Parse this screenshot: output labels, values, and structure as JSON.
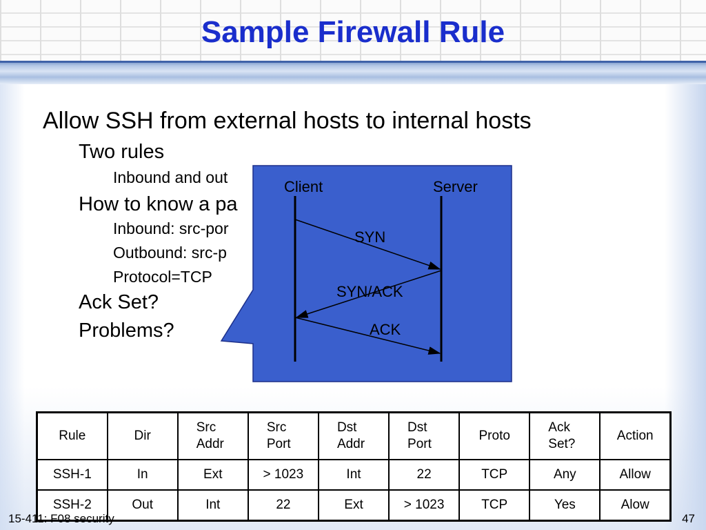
{
  "slide": {
    "title": "Sample Firewall Rule",
    "bullets": {
      "b1": "Allow SSH from external hosts to internal hosts",
      "b2": "Two rules",
      "b3": "Inbound and out",
      "b4": "How to know a pa",
      "b5": "Inbound: src-por",
      "b6": "Outbound: src-p",
      "b7": "Protocol=TCP",
      "b8": "Ack Set?",
      "b9": "Problems?"
    }
  },
  "diagram": {
    "client_label": "Client",
    "server_label": "Server",
    "messages": [
      "SYN",
      "SYN/ACK",
      "ACK"
    ],
    "box_color": "#3a5fcd"
  },
  "table": {
    "headers": [
      {
        "line1": "Rule",
        "line2": ""
      },
      {
        "line1": "Dir",
        "line2": ""
      },
      {
        "line1": "Src",
        "line2": "Addr"
      },
      {
        "line1": "Src",
        "line2": "Port"
      },
      {
        "line1": "Dst",
        "line2": "Addr"
      },
      {
        "line1": "Dst",
        "line2": "Port"
      },
      {
        "line1": "Proto",
        "line2": ""
      },
      {
        "line1": "Ack",
        "line2": "Set?"
      },
      {
        "line1": "Action",
        "line2": ""
      }
    ],
    "rows": [
      [
        "SSH-1",
        "In",
        "Ext",
        "> 1023",
        "Int",
        "22",
        "TCP",
        "Any",
        "Allow"
      ],
      [
        "SSH-2",
        "Out",
        "Int",
        "22",
        "Ext",
        "> 1023",
        "TCP",
        "Yes",
        "Alow"
      ]
    ]
  },
  "footer": {
    "left": "15-411: F08 security",
    "page": "47"
  }
}
